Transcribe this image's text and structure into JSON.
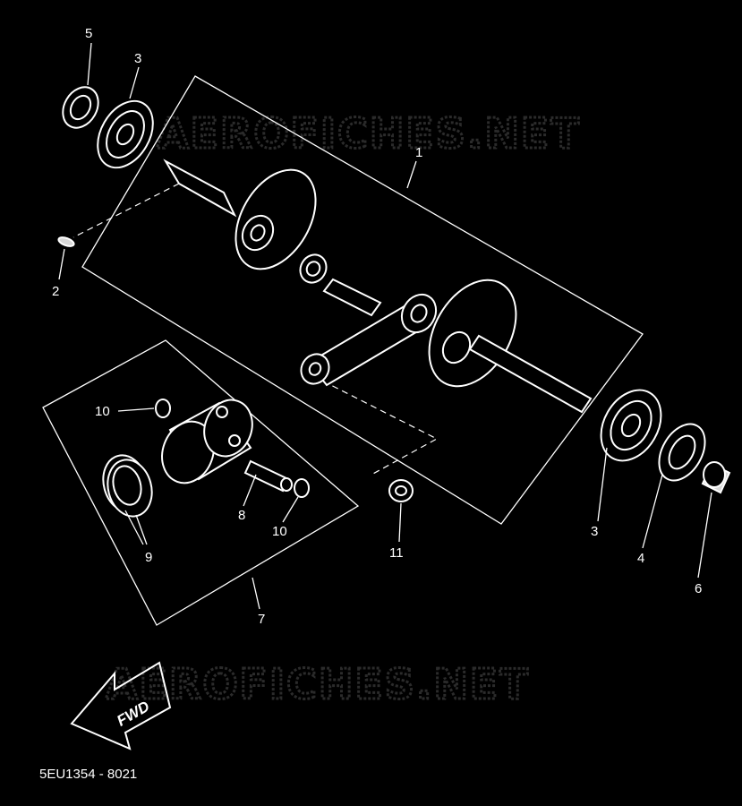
{
  "watermark": "AEROFICHES.NET",
  "diagram_code": "5EU1354 - 8021",
  "fwd_label": "FWD",
  "callouts": {
    "c1": "1",
    "c2": "2",
    "c3a": "3",
    "c3b": "3",
    "c4": "4",
    "c5": "5",
    "c6": "6",
    "c7": "7",
    "c8": "8",
    "c9": "9",
    "c10a": "10",
    "c10b": "10",
    "c11": "11"
  }
}
